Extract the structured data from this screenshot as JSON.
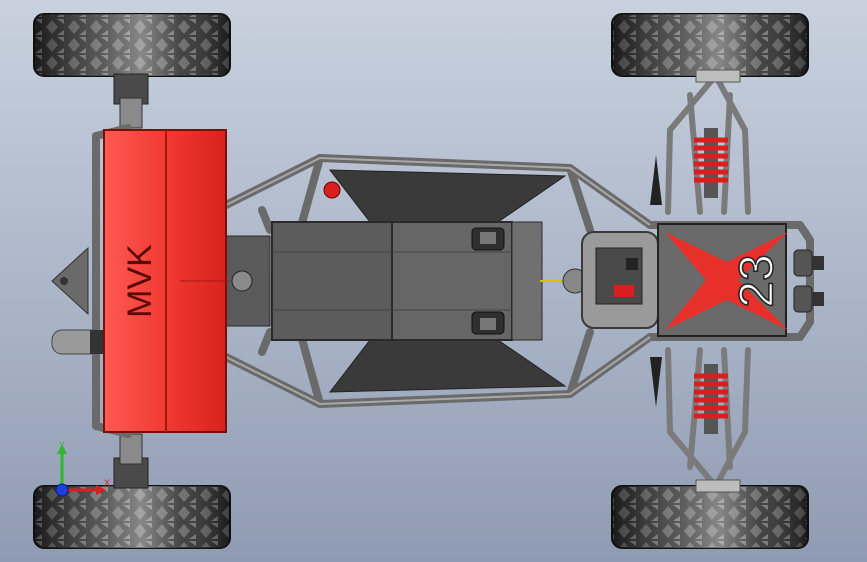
{
  "viewport": {
    "background_top": "#c9d1de",
    "background_bottom": "#8f9bb2"
  },
  "model": {
    "rear_panel_text": "MVK",
    "race_number": "23",
    "body_color": "#e8302a",
    "frame_color": "#6e6e6e",
    "tire_color": "#2a2a2a",
    "spring_color": "#d81e1e"
  },
  "triad": {
    "y_axis": "Y",
    "x_axis": "X",
    "y_color": "#2fb52f",
    "x_color": "#d81e1e",
    "z_color": "#1e3fd8"
  }
}
